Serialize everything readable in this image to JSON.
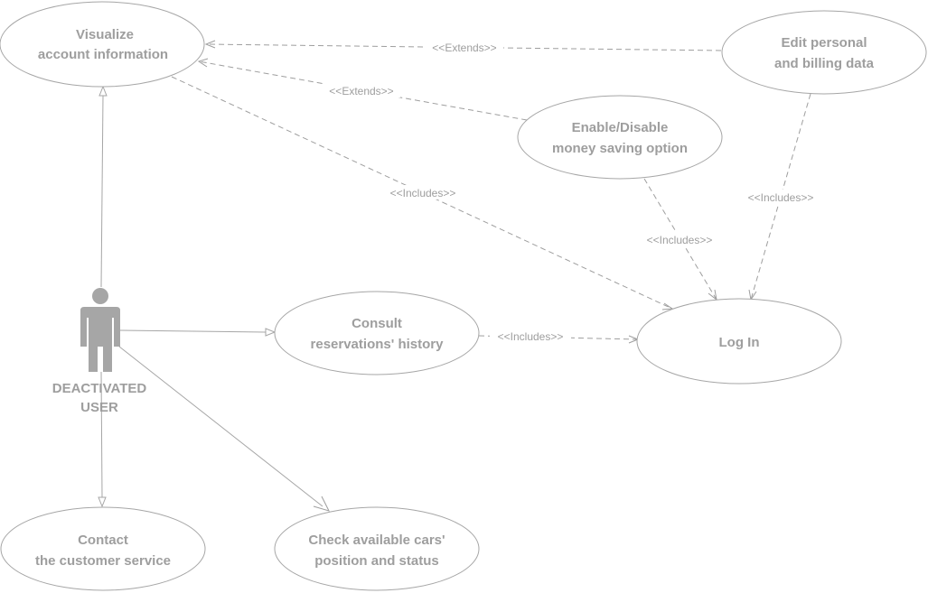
{
  "actor": {
    "line1": "DEACTIVATED",
    "line2": "USER"
  },
  "use_cases": {
    "visualize": [
      "Visualize",
      "account information"
    ],
    "edit": [
      "Edit personal",
      "and billing data"
    ],
    "enable": [
      "Enable/Disable",
      "money saving option"
    ],
    "consult": [
      "Consult",
      "reservations' history"
    ],
    "login": [
      "Log In"
    ],
    "contact": [
      "Contact",
      "the customer service"
    ],
    "check": [
      "Check available cars'",
      "position and status"
    ]
  },
  "relations": {
    "extends_edit": "<<Extends>>",
    "extends_enable": "<<Extends>>",
    "includes_visualize": "<<Includes>>",
    "includes_enable": "<<Includes>>",
    "includes_edit": "<<Includes>>",
    "includes_consult": "<<Includes>>"
  }
}
